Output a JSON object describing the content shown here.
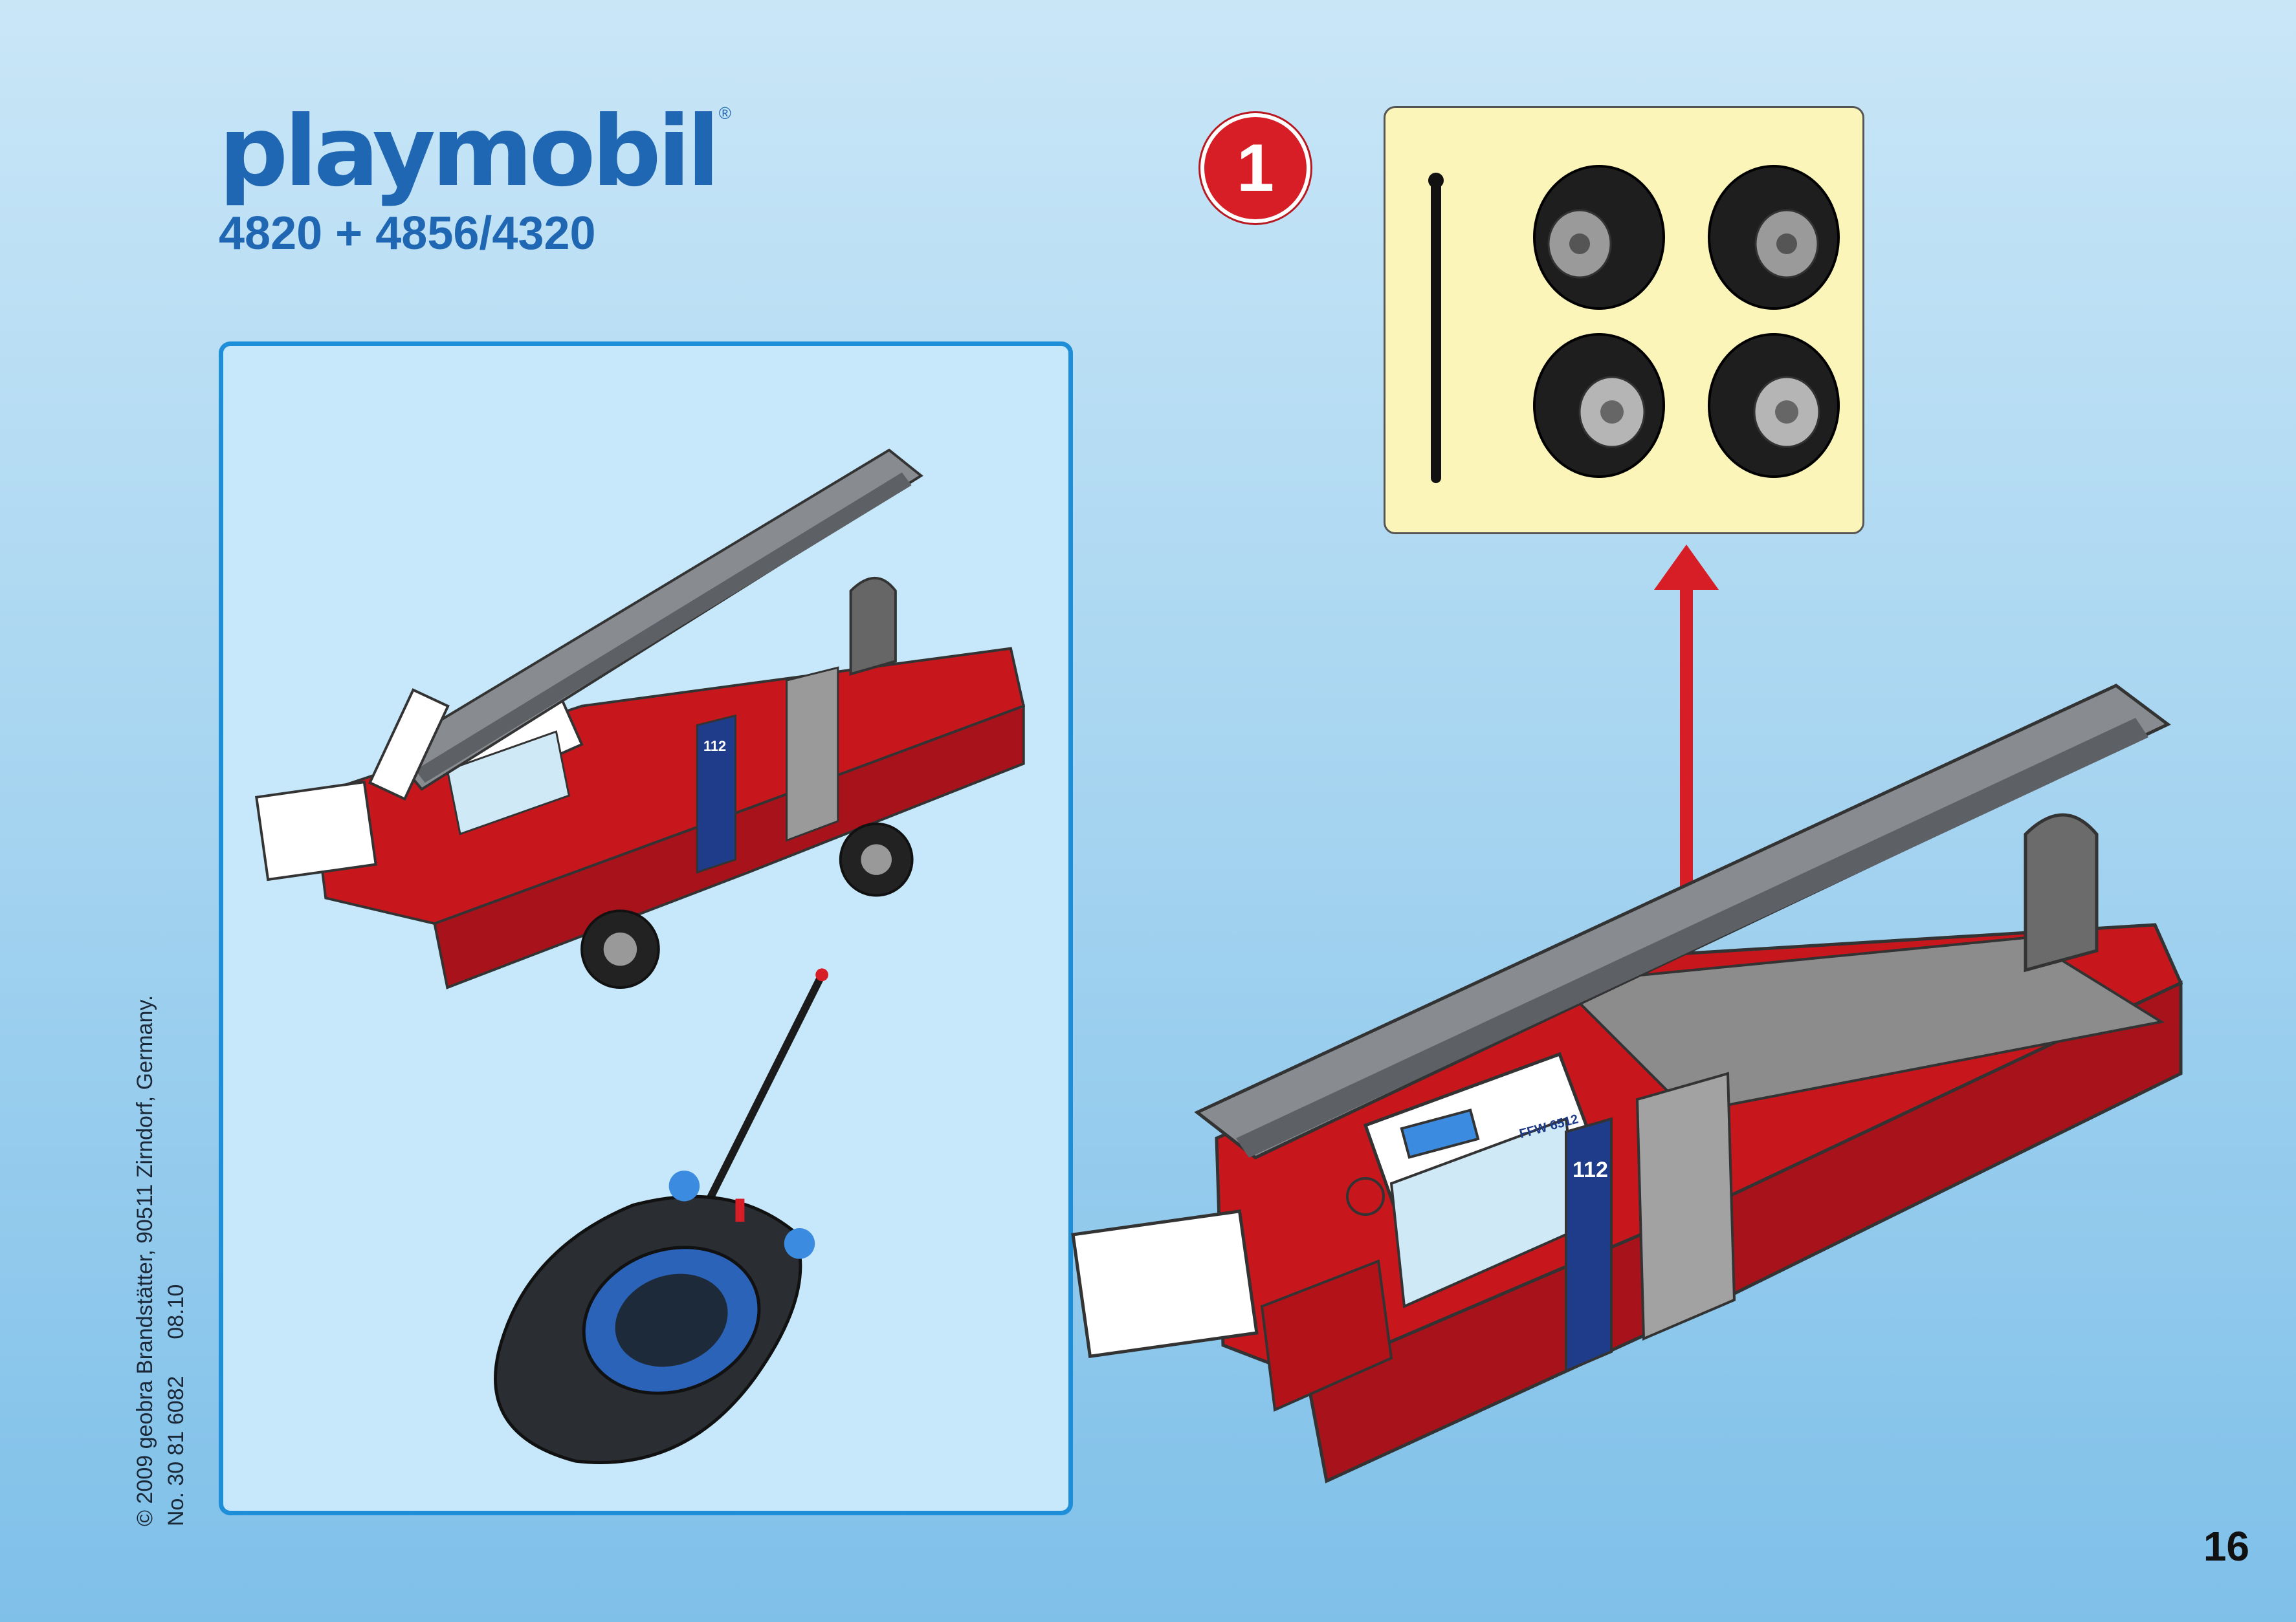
{
  "brand": {
    "name": "playmobil",
    "registered_mark": "®",
    "color": "#1f67b3"
  },
  "model_numbers": "4820 + 4856/4320",
  "copyright": {
    "line1": "© 2009 geobra Brandstätter, 90511 Zirndorf, Germany.",
    "line2": "No. 30 81 6082      08.10"
  },
  "page_number": "16",
  "step": {
    "number": "1",
    "color": "#d71e26"
  },
  "parts_box": {
    "items": [
      "antenna-rod",
      "wheel",
      "wheel",
      "wheel",
      "wheel"
    ],
    "background": "#fbf5b9"
  },
  "overview_panel": {
    "items": [
      "fire-truck-with-ladder",
      "remote-control"
    ],
    "border_color": "#1f8ed8"
  },
  "truck": {
    "door_label": "112",
    "side_label": "FFW 6512"
  },
  "colors": {
    "truck_red": "#c8161d",
    "ladder_grey": "#777b80",
    "light_blue": "#3b8be0"
  }
}
